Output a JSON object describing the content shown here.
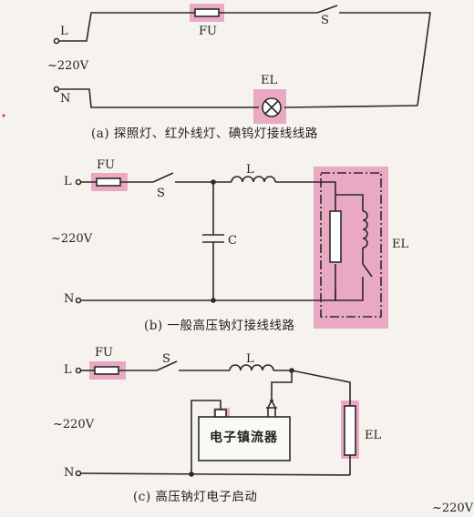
{
  "diagram": {
    "a": {
      "L": "L",
      "N": "N",
      "voltage": "~220V",
      "FU": "FU",
      "S": "S",
      "EL": "EL",
      "caption": "(a) 探照灯、红外线灯、碘钨灯接线线路"
    },
    "b": {
      "L": "L",
      "N": "N",
      "voltage": "~220V",
      "FU": "FU",
      "S": "S",
      "inductor": "L",
      "capacitor": "C",
      "EL": "EL",
      "caption": "(b) 一般高压钠灯接线线路"
    },
    "c": {
      "L": "L",
      "N": "N",
      "voltage": "~220V",
      "FU": "FU",
      "S": "S",
      "inductor": "L",
      "ballast": "电子镇流器",
      "EL": "EL",
      "caption": "(c) 高压钠灯电子启动",
      "cut_voltage": "~220V"
    }
  },
  "colors": {
    "wire": "#2a2a2a",
    "highlight": "#e9a9c2",
    "lamp_fill": "#ffffff",
    "background": "#f6f3ee",
    "margin_mark": "#c0304a"
  }
}
